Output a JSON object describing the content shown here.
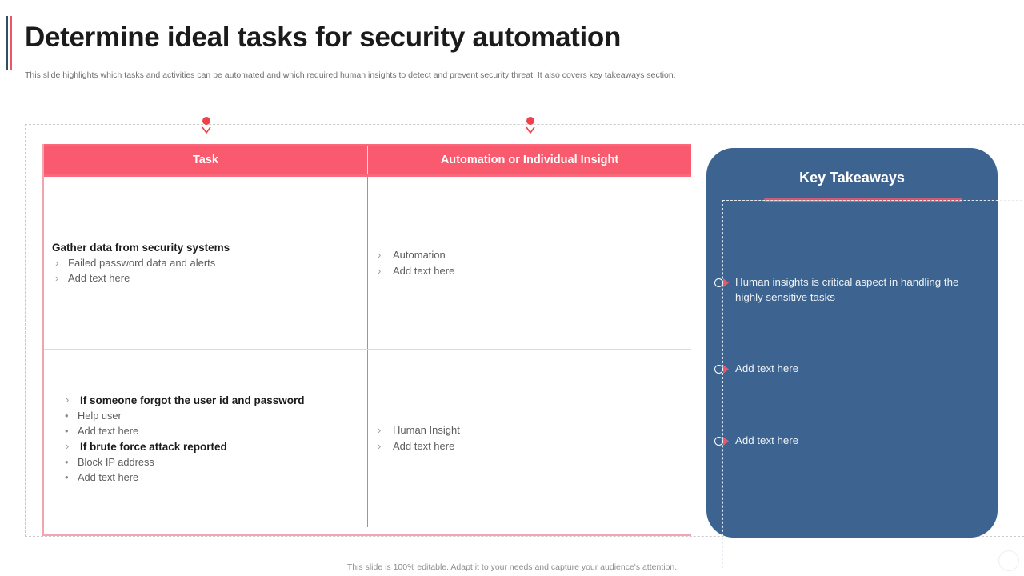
{
  "header": {
    "title": "Determine ideal tasks for security automation",
    "subtitle": "This slide highlights which tasks and activities can be automated and which required human insights to detect and prevent security threat. It also covers key takeaways section.",
    "accent_colors": {
      "teal": "#2e4f5e",
      "red": "#e8586b"
    }
  },
  "table": {
    "header": {
      "task": "Task",
      "automation": "Automation or Individual Insight",
      "fill_color": "#fa5a6e",
      "text_color": "#ffffff"
    },
    "rows": [
      {
        "task": {
          "heading": "Gather data from security systems",
          "bullets": [
            {
              "marker": "›",
              "text": "Failed password data and alerts"
            },
            {
              "marker": "›",
              "text": "Add text here"
            }
          ]
        },
        "insight": {
          "bullets": [
            {
              "marker": "›",
              "text": "Automation"
            },
            {
              "marker": "›",
              "text": "Add text here"
            }
          ]
        }
      },
      {
        "task": {
          "groups": [
            {
              "marker": "›",
              "heading": "If someone forgot the user id and password",
              "bullets": [
                {
                  "marker": "•",
                  "text": "Help user"
                },
                {
                  "marker": "•",
                  "text": "Add text here"
                }
              ]
            },
            {
              "marker": "›",
              "heading": "If brute force attack reported",
              "bullets": [
                {
                  "marker": "•",
                  "text": "Block IP address"
                },
                {
                  "marker": "•",
                  "text": "Add text here"
                }
              ]
            }
          ]
        },
        "insight": {
          "bullets": [
            {
              "marker": "›",
              "text": "Human Insight"
            },
            {
              "marker": "›",
              "text": "Add text here"
            }
          ]
        }
      }
    ]
  },
  "key_takeaways": {
    "title": "Key Takeaways",
    "panel_color": "#3d6490",
    "underline_color": "#cf5c73",
    "items": [
      {
        "text": "Human insights is critical aspect in handling the highly sensitive tasks"
      },
      {
        "text": "Add text here"
      },
      {
        "text": "Add text here"
      }
    ]
  },
  "footer": {
    "note": "This slide is 100% editable. Adapt it to your needs and capture your audience's attention."
  }
}
